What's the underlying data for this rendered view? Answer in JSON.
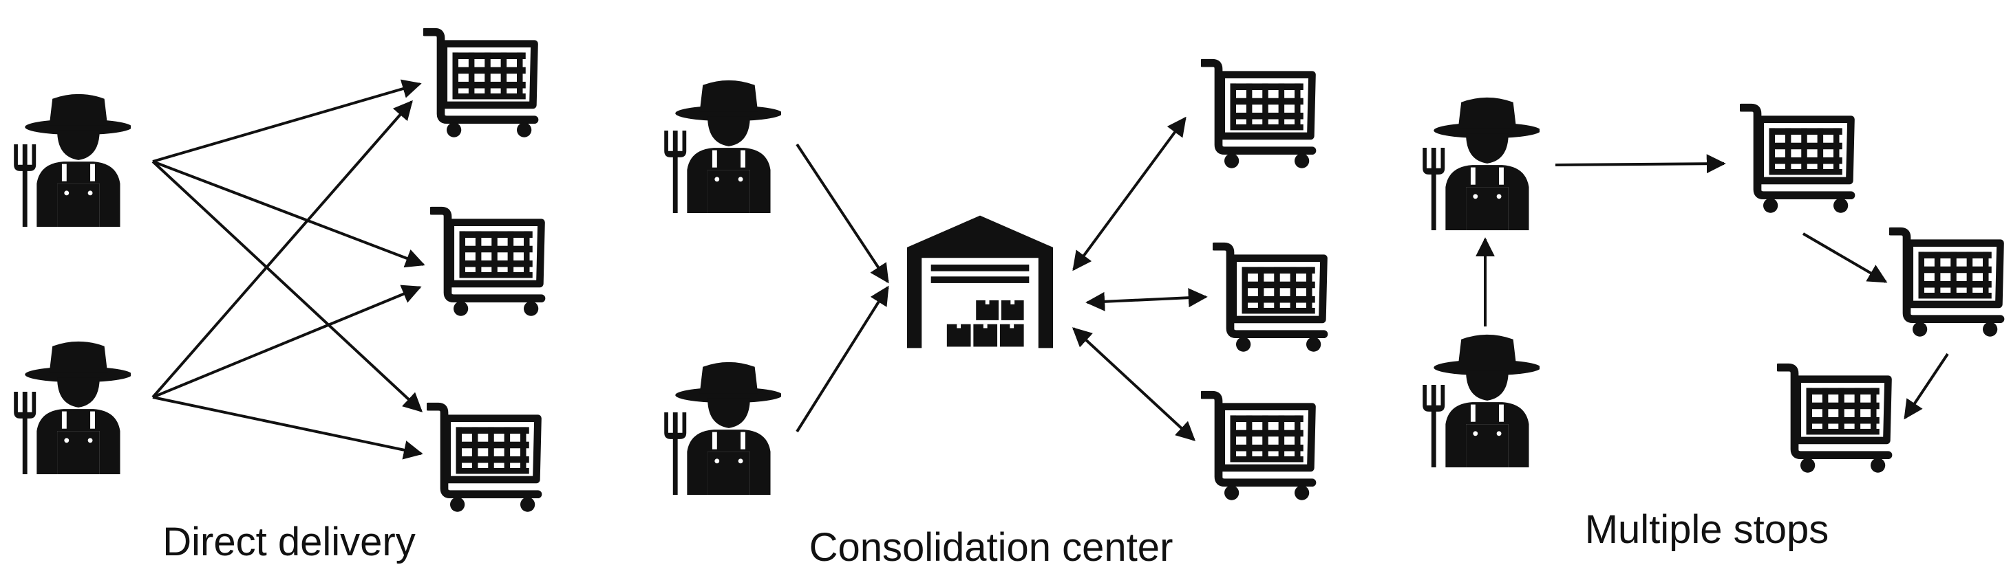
{
  "colors": {
    "ink": "#111111",
    "background": "#ffffff"
  },
  "icons": {
    "farmer": "farmer-icon",
    "cart": "shopping-cart-icon",
    "warehouse": "warehouse-icon"
  },
  "panels": [
    {
      "id": "direct",
      "caption": "Direct delivery",
      "farmers": 2,
      "carts": 3,
      "routing": "every farmer to every cart"
    },
    {
      "id": "consolidation",
      "caption": "Consolidation center",
      "farmers": 2,
      "carts": 3,
      "hub": "warehouse",
      "routing": "farmers to warehouse, warehouse to/from carts"
    },
    {
      "id": "multi",
      "caption": "Multiple stops",
      "farmers": 2,
      "carts": 3,
      "routing": "farmer to farmer, then cart to cart in sequence"
    }
  ]
}
